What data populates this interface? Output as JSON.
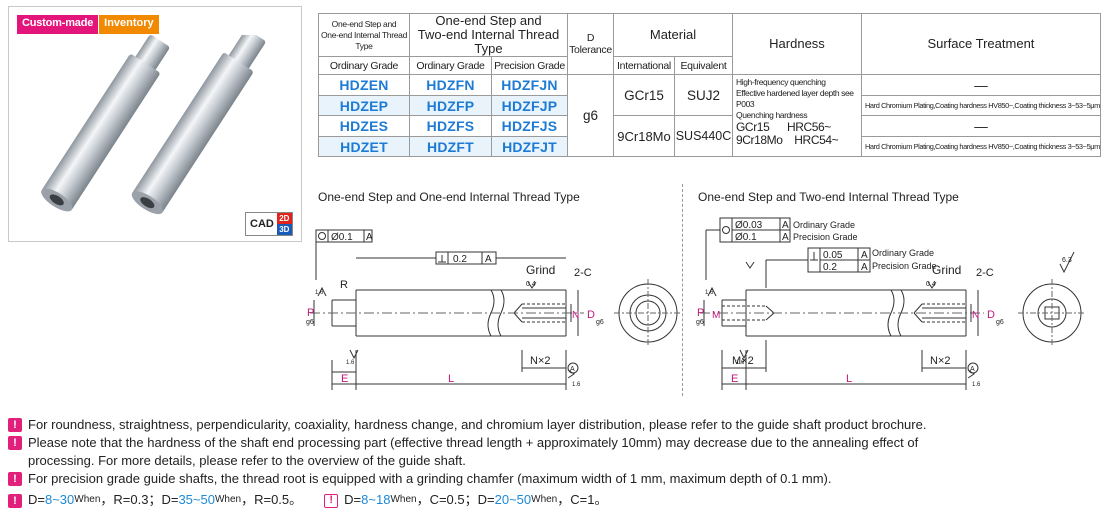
{
  "photo": {
    "badge_custom": "Custom-made",
    "badge_inventory": "Inventory",
    "cad_label": "CAD",
    "cad_2d": "2D",
    "cad_3d": "3D"
  },
  "table": {
    "hdr_type1_line1": "One-end Step and",
    "hdr_type1_line2": "One-end Internal Thread Type",
    "hdr_type2_line1": "One-end Step and",
    "hdr_type2_line2": "Two-end Internal Thread Type",
    "hdr_ordinary1": "Ordinary Grade",
    "hdr_ordinary2": "Ordinary Grade",
    "hdr_precision": "Precision Grade",
    "hdr_d": "D",
    "hdr_tolerance": "Tolerance",
    "hdr_material": "Material",
    "hdr_international": "International",
    "hdr_equivalent": "Equivalent",
    "hdr_hardness": "Hardness",
    "hdr_surface": "Surface Treatment",
    "rows": [
      [
        "HDZEN",
        "HDZFN",
        "HDZFJN"
      ],
      [
        "HDZEP",
        "HDZFP",
        "HDZFJP"
      ],
      [
        "HDZES",
        "HDZFS",
        "HDZFJS"
      ],
      [
        "HDZET",
        "HDZFT",
        "HDZFJT"
      ]
    ],
    "tolerance": "g6",
    "mat1_intl": "GCr15",
    "mat1_equiv": "SUJ2",
    "mat2_intl": "9Cr18Mo",
    "mat2_equiv": "SUS440C",
    "hard_line1": "High-frequency quenching",
    "hard_line2": "Effective hardened layer depth see P003",
    "hard_line3": "Quenching hardness",
    "hard_line4": "GCr15      HRC56~",
    "hard_line5": "9Cr18Mo    HRC54~",
    "surf_dash1": "—",
    "surf_chrome1": "Hard Chromium Plating,Coating hardness HV850~,Coating thickness 3~53~5μm",
    "surf_dash2": "—",
    "surf_chrome2": "Hard Chromium Plating,Coating hardness HV850~,Coating thickness 3~53~5μm"
  },
  "drawing1": {
    "title": "One-end Step and One-end Internal Thread Type",
    "coax_tol": "Ø0.1",
    "coax_ref": "A",
    "perp_tol": "0.2",
    "perp_ref": "A",
    "grind": "Grind",
    "grind_val": "0.4",
    "chamfer": "2-C",
    "r_label": "R",
    "p_label": "P",
    "g6": "g6",
    "n_label": "N",
    "d_label": "D",
    "dg6": "g6",
    "nx2": "N×2",
    "a_mark": "A",
    "e_label": "E",
    "l_label": "L",
    "rough1": "1.6",
    "rough2": "1.6",
    "rough3": "1.6"
  },
  "drawing2": {
    "title": "One-end Step and Two-end Internal Thread Type",
    "coax_tol1": "Ø0.03",
    "coax_ref1": "A",
    "coax_grade1": "Ordinary Grade",
    "coax_tol2": "Ø0.1",
    "coax_ref2": "A",
    "coax_grade2": "Precision Grade",
    "perp_tol1": "0.05",
    "perp_ref1": "A",
    "perp_grade1": "Ordinary Grade",
    "perp_tol2": "0.2",
    "perp_ref2": "A",
    "perp_grade2": "Precision Grade",
    "grind": "Grind",
    "grind_val": "0.4",
    "chamfer": "2-C",
    "p_label": "P",
    "g6": "g6",
    "m_label": "M",
    "n_label": "N",
    "d_label": "D",
    "dg6": "g6",
    "mx2": "M×2",
    "nx2": "N×2",
    "a_mark": "A",
    "e_label": "E",
    "l_label": "L",
    "rough1": "1.6",
    "rough2": "1.6",
    "rough3": "1.6",
    "rough_top": "6.3"
  },
  "notes": {
    "n1": "For roundness, straightness, perpendicularity, coaxiality, hardness change, and chromium layer distribution, please refer to the guide shaft product brochure.",
    "n2a": "Please note that the hardness of the shaft end processing part (effective thread length + approximately 10mm) may decrease due to the annealing effect of",
    "n2b": "processing. For more details, please refer to the overview of the guide shaft.",
    "n3": "For precision grade guide shafts, the thread root is equipped with a grinding chamfer (maximum width of 1 mm, maximum depth of 0.1 mm).",
    "f_d1": "D=",
    "f_r1": "8~30",
    "f_when1": "When",
    "f_r1val": "，R=0.3；D=",
    "f_r2": "35~50",
    "f_when2": "When",
    "f_r2val": "，R=0.5。",
    "f_d2": "D=",
    "f_c1": "8~18",
    "f_when3": "When",
    "f_c1val": "，C=0.5；D=",
    "f_c2": "20~50",
    "f_when4": "When",
    "f_c2val": "，C=1。",
    "icon": "!"
  }
}
